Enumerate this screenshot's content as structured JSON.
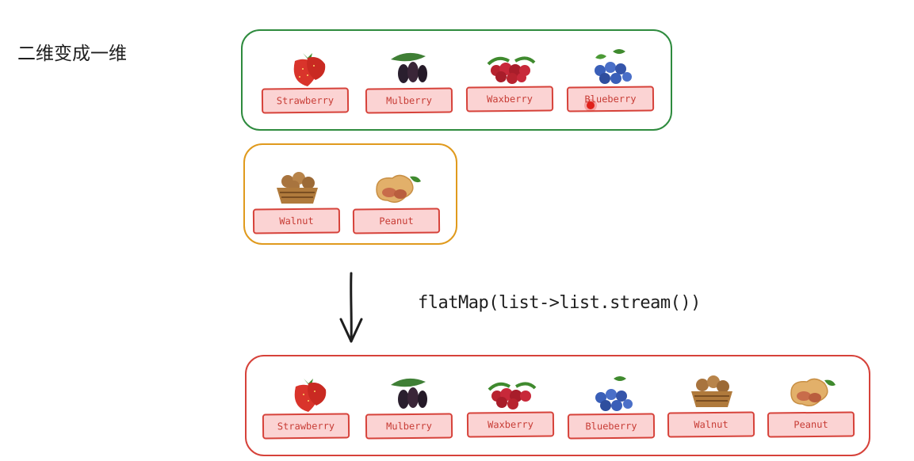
{
  "title": "二维变成一维",
  "code_label": "flatMap(list->list.stream())",
  "colors": {
    "top_group_border": "#2e8b3e",
    "middle_group_border": "#e09a1d",
    "bottom_group_border": "#d6423a",
    "label_fill": "#fbd3d3",
    "label_text": "#c73b34"
  },
  "groups": {
    "berries": [
      {
        "label": "Strawberry",
        "icon": "strawberry-icon"
      },
      {
        "label": "Mulberry",
        "icon": "mulberry-icon"
      },
      {
        "label": "Waxberry",
        "icon": "waxberry-icon"
      },
      {
        "label": "Blueberry",
        "icon": "blueberry-icon"
      }
    ],
    "nuts": [
      {
        "label": "Walnut",
        "icon": "walnut-icon"
      },
      {
        "label": "Peanut",
        "icon": "peanut-icon"
      }
    ],
    "flattened": [
      {
        "label": "Strawberry",
        "icon": "strawberry-icon"
      },
      {
        "label": "Mulberry",
        "icon": "mulberry-icon"
      },
      {
        "label": "Waxberry",
        "icon": "waxberry-icon"
      },
      {
        "label": "Blueberry",
        "icon": "blueberry-icon"
      },
      {
        "label": "Walnut",
        "icon": "walnut-icon"
      },
      {
        "label": "Peanut",
        "icon": "peanut-icon"
      }
    ]
  }
}
